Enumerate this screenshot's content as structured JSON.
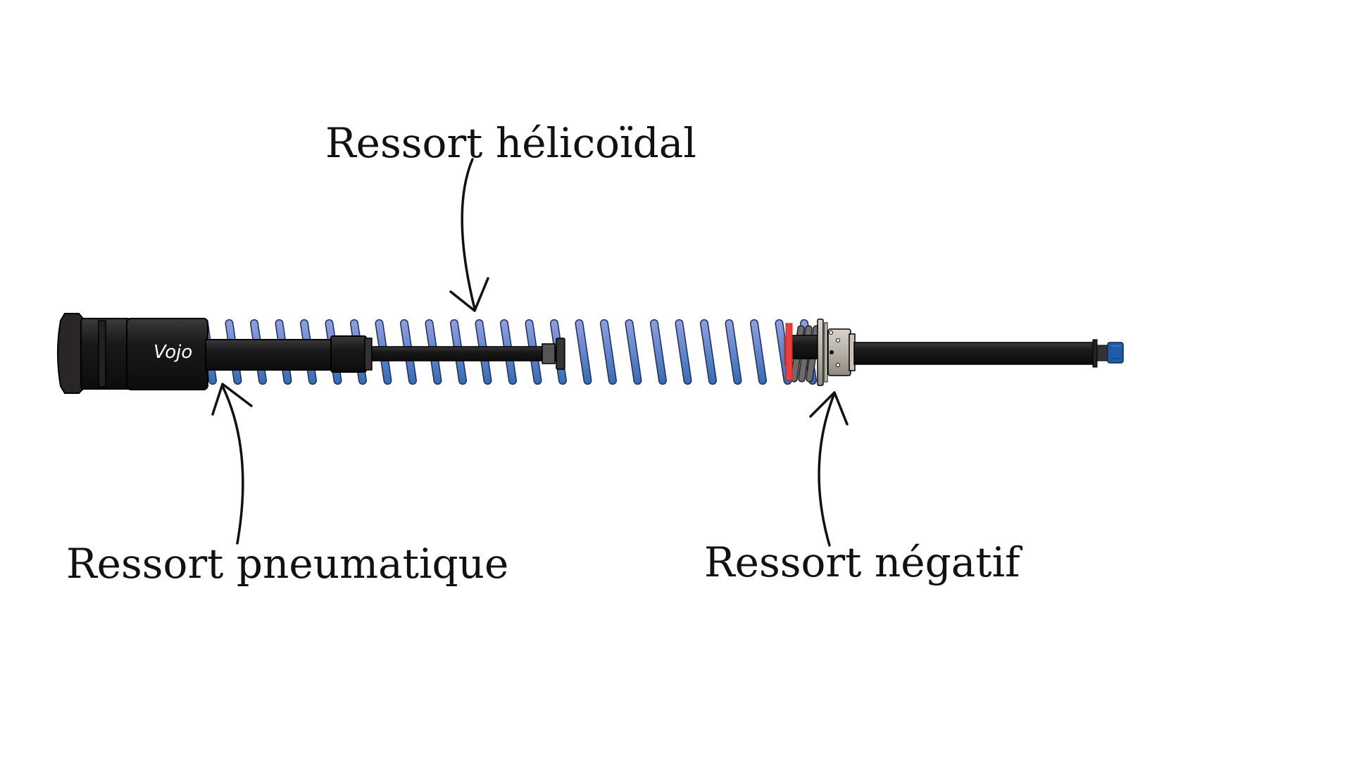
{
  "labels": {
    "helical": "Ressort hélicoïdal",
    "pneumatic": "Ressort pneumatique",
    "negative": "Ressort négatif"
  },
  "brand": "Vojo",
  "colors": {
    "coil": "#4a74c4",
    "body": "#151515",
    "seal": "#e8403e",
    "cap": "#1e5ea8",
    "head": "#bdb7ad"
  }
}
